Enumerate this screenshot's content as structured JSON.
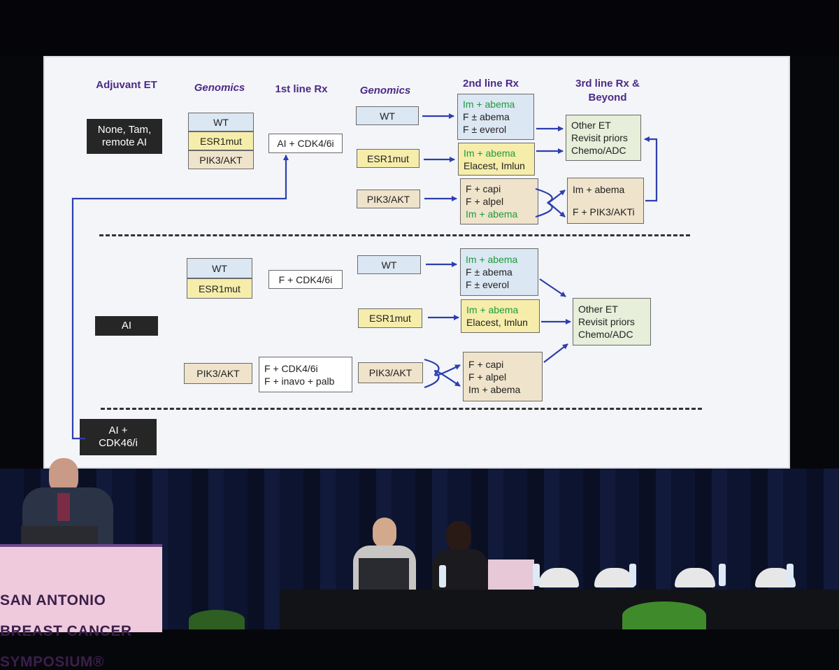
{
  "slide": {
    "headers": {
      "adjuvant_et": "Adjuvant ET",
      "genomics_1": "Genomics",
      "first_line": "1st line Rx",
      "genomics_2": "Genomics",
      "second_line": "2nd line Rx",
      "third_line_1": "3rd line Rx &",
      "third_line_2": "Beyond"
    },
    "section1": {
      "adjuvant_1": "None, Tam,",
      "adjuvant_2": "remote AI",
      "genomics": [
        "WT",
        "ESR1mut",
        "PIK3/AKT"
      ],
      "first_line": "AI + CDK4/6i",
      "wt": "WT",
      "esr1": "ESR1mut",
      "pik3": "PIK3/AKT",
      "wt_rx": [
        "Im + abema",
        "F ± abema",
        "F ± everol"
      ],
      "esr1_rx": [
        "Im + abema",
        "Elacest, Imlun"
      ],
      "pik3_rx": [
        "F + capi",
        "F + alpel",
        "Im + abema"
      ],
      "third_rx": [
        "Other ET",
        "Revisit priors",
        "Chemo/ADC"
      ],
      "cross_rx": [
        "Im + abema",
        "F + PIK3/AKTi"
      ]
    },
    "section2": {
      "adjuvant": "AI",
      "genomics": [
        "WT",
        "ESR1mut"
      ],
      "first_line": "F + CDK4/6i",
      "pik3_genomic": "PIK3/AKT",
      "pik3_first_line": [
        "F + CDK4/6i",
        "F + inavo + palb"
      ],
      "wt": "WT",
      "esr1": "ESR1mut",
      "pik3": "PIK3/AKT",
      "wt_rx": [
        "Im + abema",
        "F ± abema",
        "F ± everol"
      ],
      "esr1_rx": [
        "Im + abema",
        "Elacest, Imlun"
      ],
      "pik3_rx": [
        "F + capi",
        "F + alpel",
        "Im + abema"
      ],
      "third_rx": [
        "Other ET",
        "Revisit priors",
        "Chemo/ADC"
      ]
    },
    "section3": {
      "adjuvant_1": "AI +",
      "adjuvant_2": "CDK46/i"
    }
  },
  "podium": {
    "line1": "SAN ANTONIO",
    "line2": "BREAST CANCER",
    "line3": "SYMPOSIUM®"
  },
  "colors": {
    "header": "#4b2a86",
    "green_text": "#1e9b3a",
    "arrow": "#2c3fae",
    "box_blue": "#dbe7f3",
    "box_yellow": "#f6edab",
    "box_tan": "#efe3cb",
    "box_black": "#262626"
  }
}
